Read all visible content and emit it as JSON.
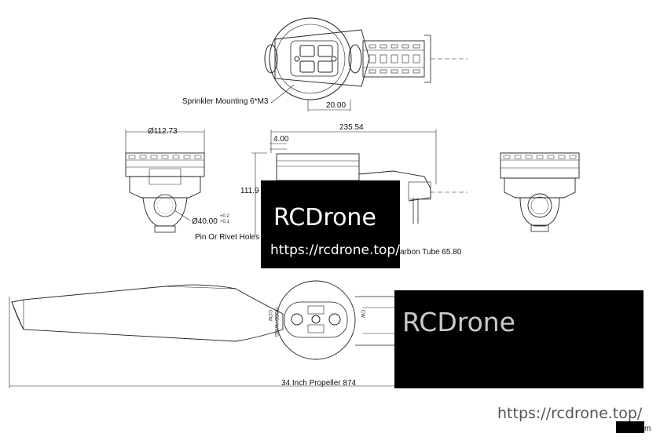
{
  "labels": {
    "sprinkler": "Sprinkler Mounting 6*M3",
    "dim_20": "20.00",
    "dim_112": "Ø112.73",
    "dim_235": "235.54",
    "dim_4": "4.00",
    "dim_111": "111.9",
    "dim_40": "Ø40.00",
    "tol_plus": "+0.2",
    "tol_minus": "+0.1",
    "pin_holes": "Pin Or Rivet Holes (",
    "carbon_tube": "arbon Tube 65.80",
    "propeller": "34 Inch Propeller 874",
    "m_suffix": "m",
    "prop_mark_1": "CCW",
    "prop_mark_2": "HOBBYWING",
    "prop_mark_3": "CW"
  },
  "watermarks": {
    "brand": "RCDrone",
    "url": "https://rcdrone.top/"
  }
}
